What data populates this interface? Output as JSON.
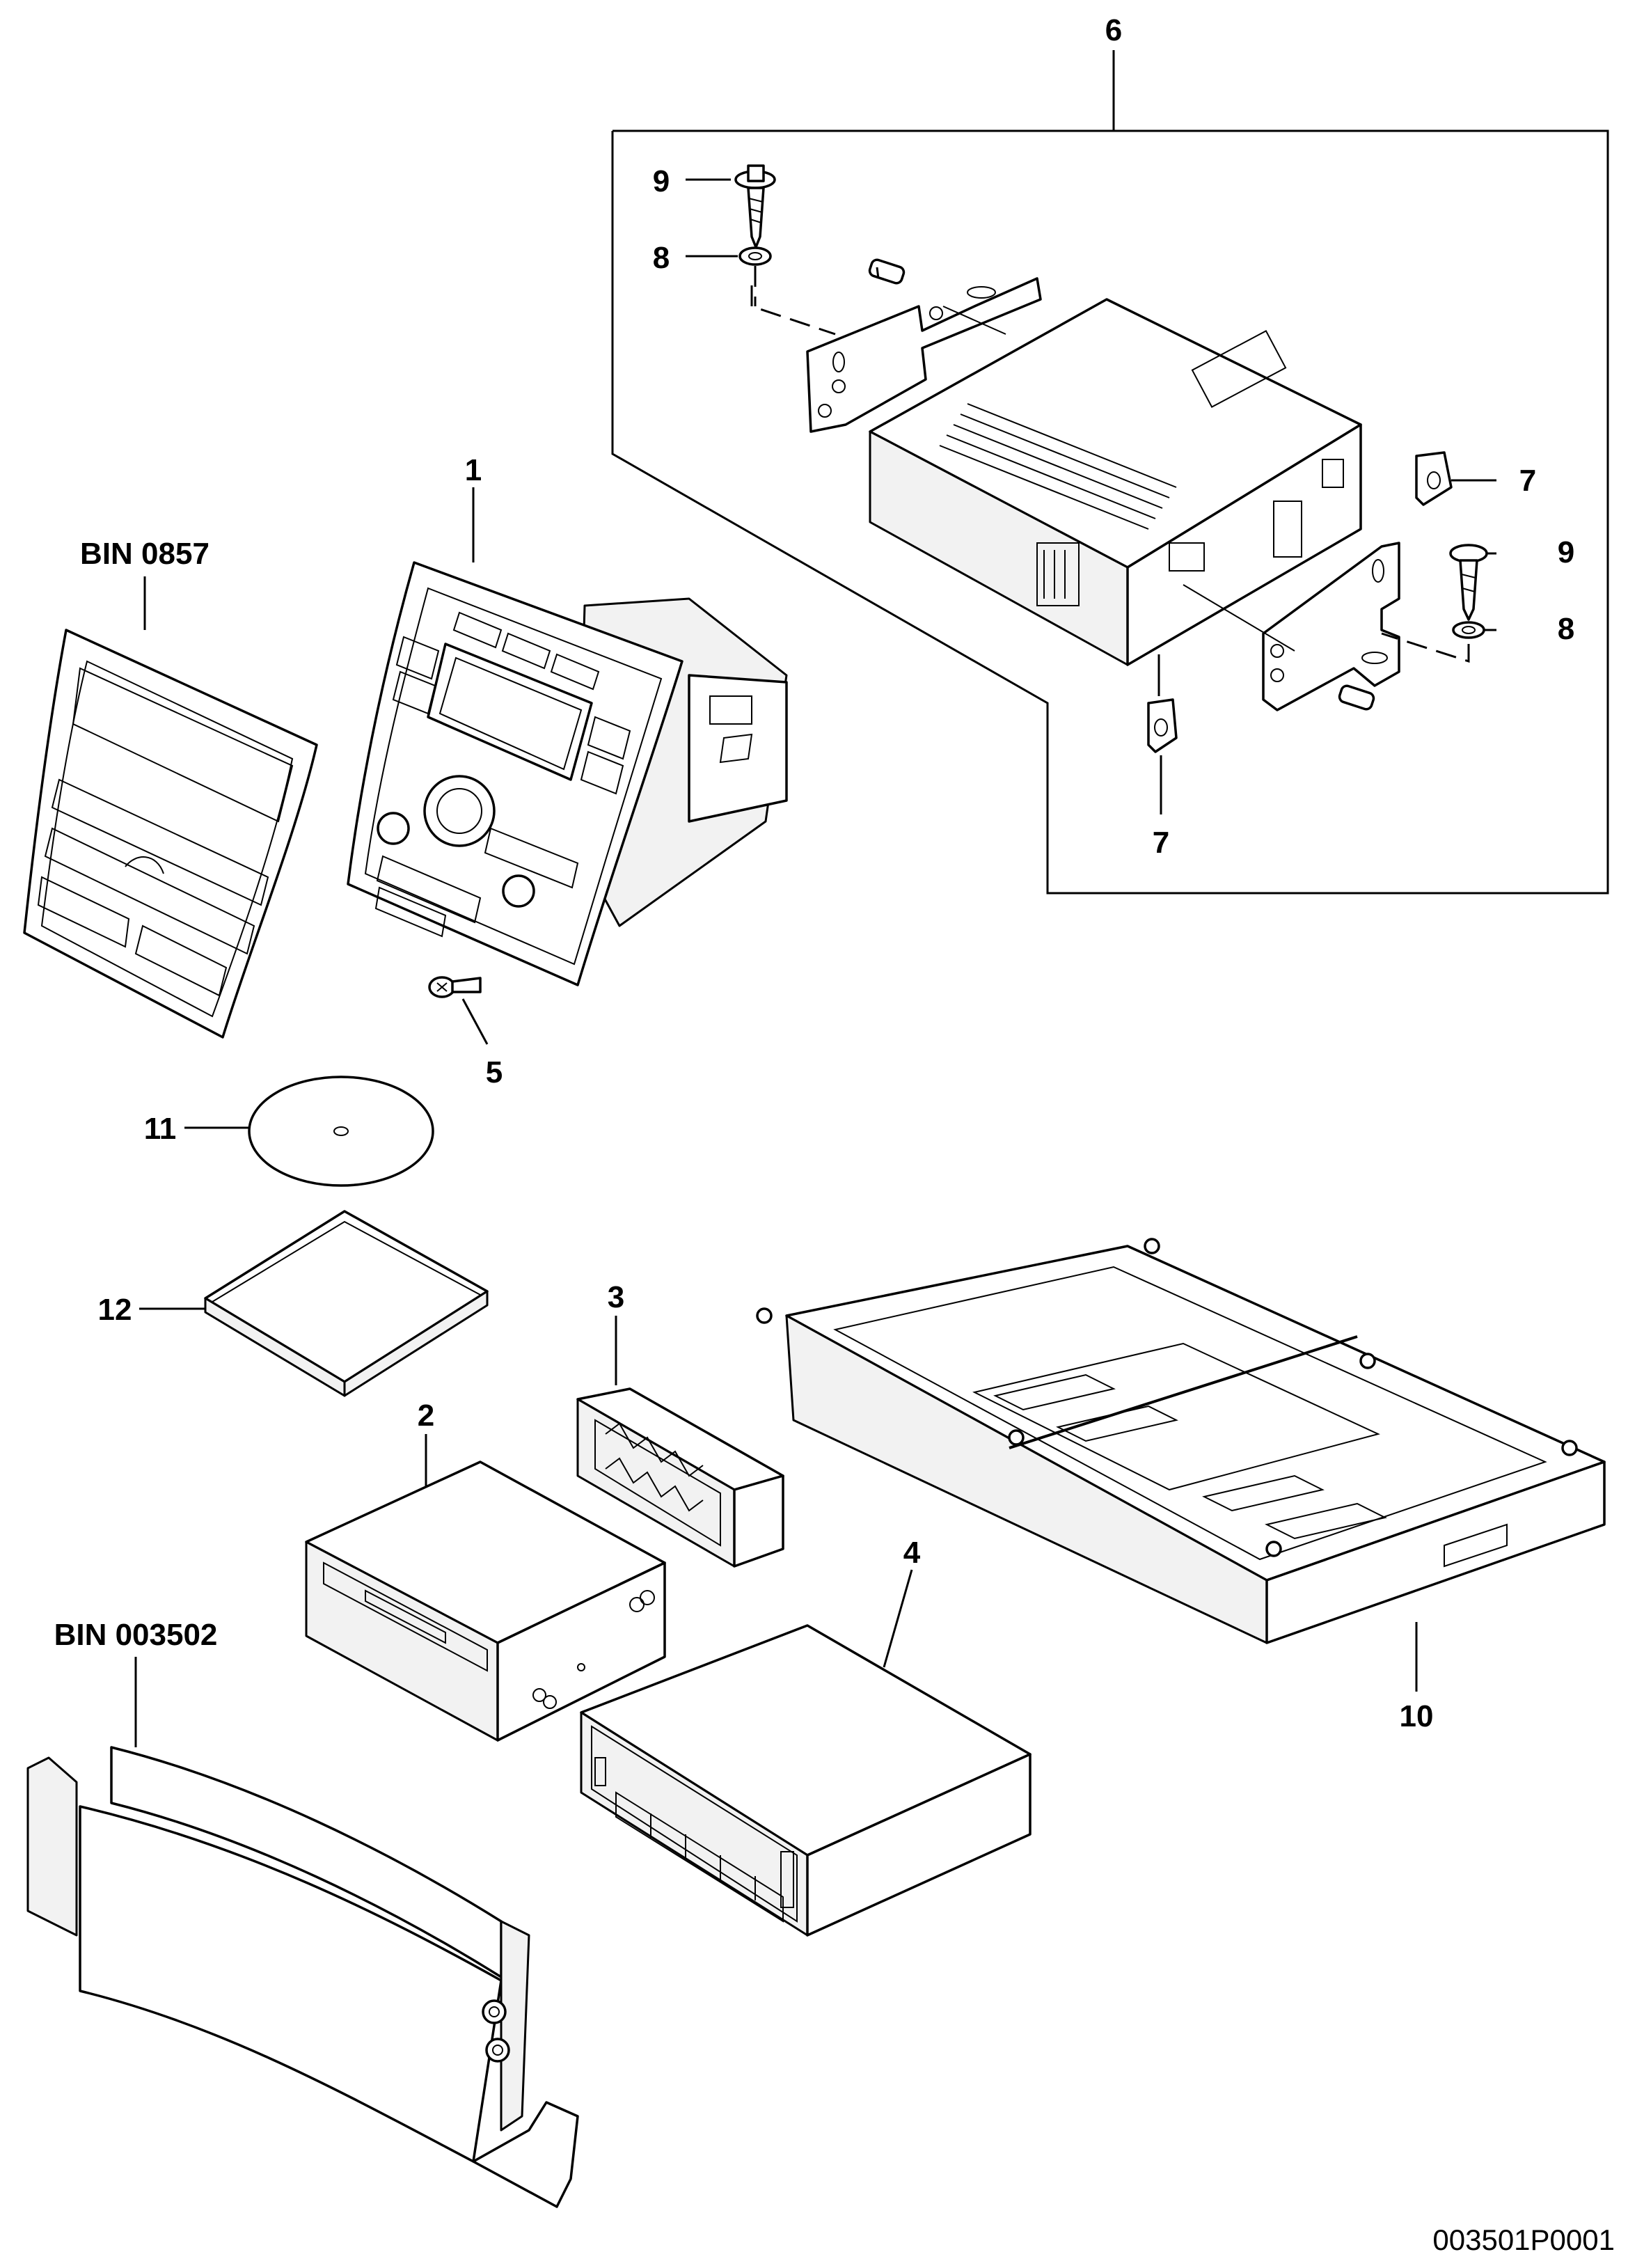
{
  "callouts": {
    "c6": "6",
    "c9a": "9",
    "c8a": "8",
    "c7a": "7",
    "c9b": "9",
    "c8b": "8",
    "c7b": "7",
    "c1": "1",
    "bin0857": "BIN 0857",
    "c5": "5",
    "c11": "11",
    "c12": "12",
    "c3": "3",
    "c2": "2",
    "c4": "4",
    "c10": "10",
    "bin003502": "BIN 003502"
  },
  "figure_code": "003501P0001"
}
